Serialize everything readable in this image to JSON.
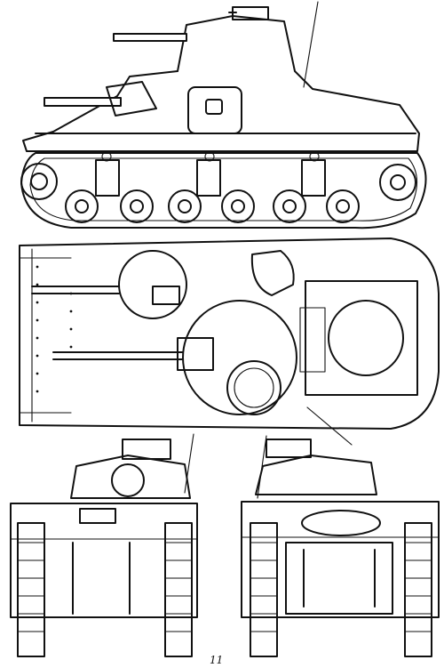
{
  "page_number": "11",
  "colors": {
    "ink": "#111111",
    "paper": "#ffffff"
  },
  "views": [
    "side-view",
    "top-view",
    "front-view",
    "rear-view"
  ]
}
